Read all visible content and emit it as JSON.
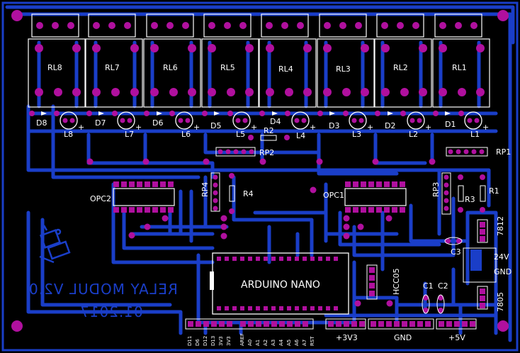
{
  "relays": [
    "RL8",
    "RL7",
    "RL6",
    "RL5",
    "RL4",
    "RL3",
    "RL2",
    "RL1"
  ],
  "diodes": [
    "D8",
    "D7",
    "D6",
    "D5",
    "D4",
    "D3",
    "D2",
    "D1"
  ],
  "leds": [
    "L8",
    "L7",
    "L6",
    "L5",
    "L4",
    "L3",
    "L2",
    "L1"
  ],
  "parts": {
    "rp1": "RP1",
    "rp2": "RP2",
    "rp3": "RP3",
    "rp4": "RP4",
    "r1": "R1",
    "r2": "R2",
    "r3": "R3",
    "r4": "R4",
    "opc1": "OPC1",
    "opc2": "OPC2",
    "c1": "C1",
    "c2": "C2",
    "c3": "C3",
    "reg12": "7812",
    "reg5": "7805",
    "arduino": "ARDUINO NANO",
    "hc": "HCC05",
    "v24": "24V",
    "gnd_in": "GND",
    "p33": "+3V3",
    "gnd": "GND",
    "p5": "+5V",
    "plus": "+"
  },
  "title": "RELAY MODUL V2.0",
  "date": "01.2017",
  "header_pins": [
    "D11",
    "D6",
    "D12",
    "D13",
    "3V3",
    "3V3",
    "AREF",
    "A0",
    "A1",
    "A2",
    "A3",
    "A4",
    "A5",
    "A6",
    "A7",
    "RST"
  ],
  "colors": {
    "board": "#000000",
    "copper": "#1a3ec8",
    "pad": "#b0109e",
    "silk": "#ffffff"
  }
}
